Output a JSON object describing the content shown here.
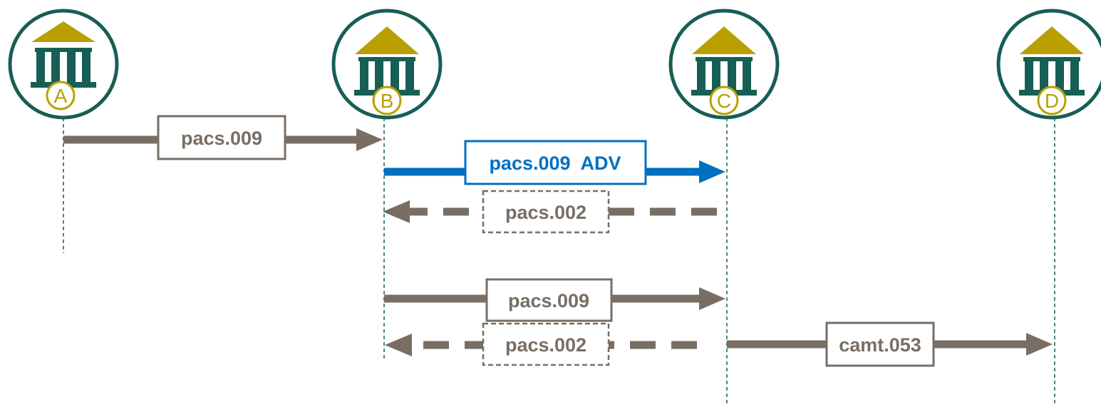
{
  "colors": {
    "bank_ring": "#175e55",
    "bank_roof": "#b9a000",
    "bank_columns": "#175e55",
    "message_gray": "#786e64",
    "advice_blue": "#0070c0",
    "lifeline": "#175e55"
  },
  "banks": [
    {
      "letter": "A",
      "icon": "bank-icon"
    },
    {
      "letter": "B",
      "icon": "bank-icon"
    },
    {
      "letter": "C",
      "icon": "bank-icon"
    },
    {
      "letter": "D",
      "icon": "bank-icon"
    }
  ],
  "messages": [
    {
      "label": "pacs.009",
      "from": "A",
      "to": "B",
      "style": "solid",
      "color": "message_gray"
    },
    {
      "label": "pacs.009  ADV",
      "from": "B",
      "to": "C",
      "style": "solid",
      "color": "advice_blue"
    },
    {
      "label": "pacs.002",
      "from": "C",
      "to": "B",
      "style": "dashed",
      "color": "message_gray"
    },
    {
      "label": "pacs.009",
      "from": "B",
      "to": "C",
      "style": "solid",
      "color": "message_gray"
    },
    {
      "label": "pacs.002",
      "from": "C",
      "to": "B",
      "style": "dashed",
      "color": "message_gray"
    },
    {
      "label": "camt.053",
      "from": "C",
      "to": "D",
      "style": "solid",
      "color": "message_gray"
    }
  ]
}
